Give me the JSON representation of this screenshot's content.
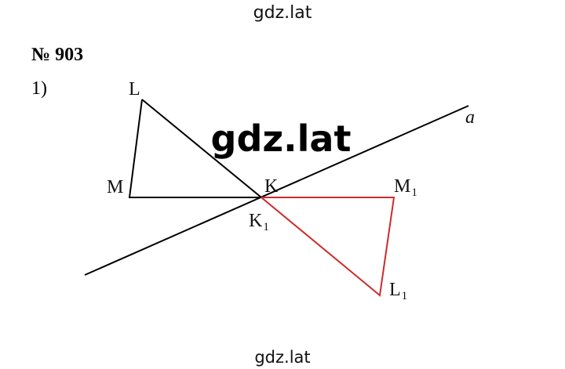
{
  "watermark_top": "gdz.lat",
  "watermark_center": "gdz.lat",
  "watermark_bottom": "gdz.lat",
  "problem_number": "№ 903",
  "part_label": "1)",
  "labels": {
    "L": "L",
    "M": "M",
    "K": "K",
    "K1": "K",
    "K1_sub": "1",
    "M1": "M",
    "M1_sub": "1",
    "L1": "L",
    "L1_sub": "1",
    "line_a": "a"
  },
  "colors": {
    "original_triangle": "#000000",
    "image_triangle": "#cc2b2b",
    "line": "#000000"
  }
}
